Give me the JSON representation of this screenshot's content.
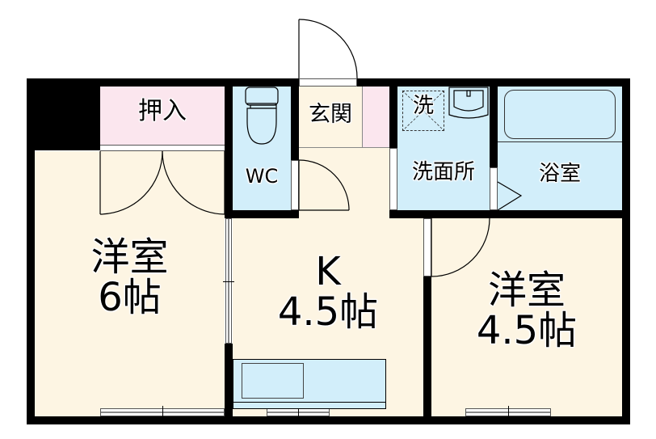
{
  "floor_plan": {
    "rooms": {
      "closet": {
        "label": "押入",
        "type": "closet"
      },
      "wc": {
        "label": "WC",
        "type": "toilet"
      },
      "entrance": {
        "label": "玄関",
        "type": "entrance"
      },
      "washroom": {
        "label": "洗面所",
        "type": "washroom",
        "washer_space_label": "洗"
      },
      "bathroom": {
        "label": "浴室",
        "type": "bathroom"
      },
      "western_room_1": {
        "label": "洋室\n6帖",
        "name": "洋室",
        "size": "6帖"
      },
      "kitchen": {
        "label": "K\n4.5帖",
        "name": "K",
        "size": "4.5帖"
      },
      "western_room_2": {
        "label": "洋室\n4.5帖",
        "name": "洋室",
        "size": "4.5帖"
      }
    },
    "colors": {
      "wall": "#000000",
      "room_floor": "#fdf5e3",
      "wet_area": "#d2eefa",
      "storage": "#fbe6ee"
    }
  }
}
